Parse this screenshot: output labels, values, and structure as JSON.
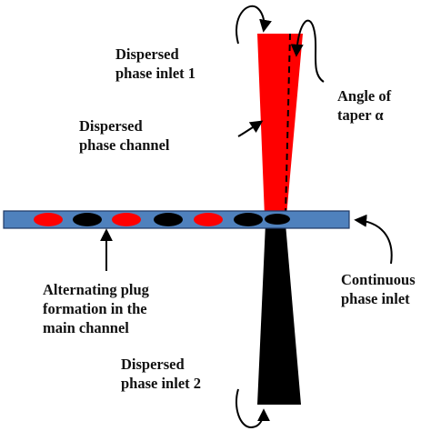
{
  "colors": {
    "red_channel": "#ff0000",
    "black_channel": "#000000",
    "main_channel": "#4f81bd",
    "main_channel_border": "#1f3864",
    "plug_red": "#ff0000",
    "plug_black": "#000000",
    "arrow": "#000000"
  },
  "labels": {
    "inlet1": {
      "line1": "Dispersed",
      "line2": "phase inlet 1"
    },
    "taper": {
      "line1": "Angle of",
      "line2": "taper α"
    },
    "channel": {
      "line1": "Dispersed",
      "line2": "phase channel"
    },
    "plugs": {
      "line1": "Alternating plug",
      "line2": "formation in the",
      "line3": "main channel"
    },
    "continuous": {
      "line1": "Continuous",
      "line2": "phase inlet"
    },
    "inlet2": {
      "line1": "Dispersed",
      "line2": "phase inlet 2"
    }
  },
  "plugs": [
    "red",
    "black",
    "red",
    "black",
    "red",
    "black"
  ]
}
